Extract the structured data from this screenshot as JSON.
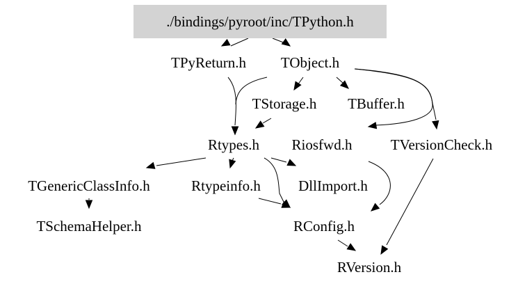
{
  "diagram": {
    "root": {
      "id": "tpython",
      "label": "./bindings/pyroot/inc/TPython.h",
      "fill": "#d3d3d3"
    },
    "nodes": [
      {
        "id": "tpyreturn",
        "label": "TPyReturn.h"
      },
      {
        "id": "tobject",
        "label": "TObject.h"
      },
      {
        "id": "tstorage",
        "label": "TStorage.h"
      },
      {
        "id": "tbuffer",
        "label": "TBuffer.h"
      },
      {
        "id": "rtypes",
        "label": "Rtypes.h"
      },
      {
        "id": "riosfwd",
        "label": "Riosfwd.h"
      },
      {
        "id": "tversioncheck",
        "label": "TVersionCheck.h"
      },
      {
        "id": "tgenericclassinfo",
        "label": "TGenericClassInfo.h"
      },
      {
        "id": "rtypeinfo",
        "label": "Rtypeinfo.h"
      },
      {
        "id": "dllimport",
        "label": "DllImport.h"
      },
      {
        "id": "tschemahelper",
        "label": "TSchemaHelper.h"
      },
      {
        "id": "rconfig",
        "label": "RConfig.h"
      },
      {
        "id": "rversion",
        "label": "RVersion.h"
      }
    ],
    "edges": [
      {
        "from": "tpython",
        "to": "tpyreturn"
      },
      {
        "from": "tpython",
        "to": "tobject"
      },
      {
        "from": "tpyreturn",
        "to": "rtypes"
      },
      {
        "from": "tobject",
        "to": "rtypes"
      },
      {
        "from": "tobject",
        "to": "tstorage"
      },
      {
        "from": "tobject",
        "to": "tbuffer"
      },
      {
        "from": "tobject",
        "to": "riosfwd"
      },
      {
        "from": "tobject",
        "to": "tversioncheck"
      },
      {
        "from": "tstorage",
        "to": "rtypes"
      },
      {
        "from": "rtypes",
        "to": "tgenericclassinfo"
      },
      {
        "from": "rtypes",
        "to": "rtypeinfo"
      },
      {
        "from": "rtypes",
        "to": "dllimport"
      },
      {
        "from": "rtypes",
        "to": "rconfig"
      },
      {
        "from": "riosfwd",
        "to": "rconfig"
      },
      {
        "from": "tversioncheck",
        "to": "rversion"
      },
      {
        "from": "tgenericclassinfo",
        "to": "tschemahelper"
      },
      {
        "from": "rtypeinfo",
        "to": "rconfig"
      },
      {
        "from": "rconfig",
        "to": "rversion"
      }
    ]
  }
}
